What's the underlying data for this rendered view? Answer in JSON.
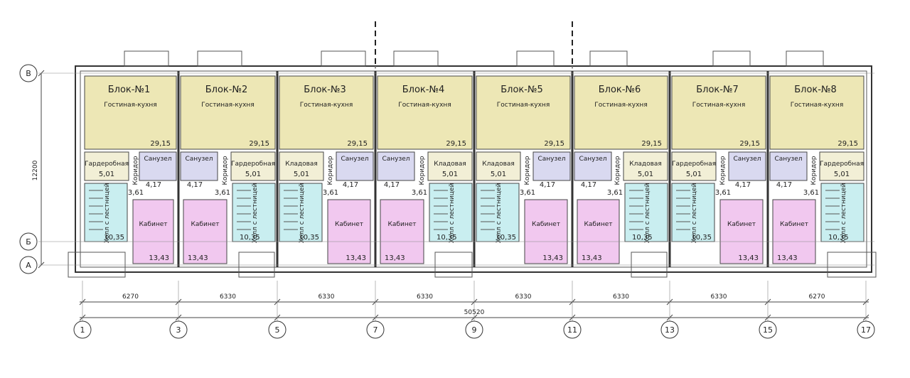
{
  "blocks": [
    {
      "name": "Блок-№1",
      "living": "Гостиная-кухня",
      "living_area": "29,15",
      "store": "Гардеробная",
      "store_area": "5,01",
      "corridor": "Коридор",
      "corridor_area": "3,61",
      "bath": "Санузел",
      "bath_area": "4,17",
      "hall": "Холл с лестницей",
      "hall_area": "10,35",
      "office": "Кабинет",
      "office_area": "13,43"
    },
    {
      "name": "Блок-№2",
      "living": "Гостиная-кухня",
      "living_area": "29,15",
      "store": "Гардеробная",
      "store_area": "5,01",
      "corridor": "Коридор",
      "corridor_area": "3,61",
      "bath": "Санузел",
      "bath_area": "4,17",
      "hall": "Холл с лестницей",
      "hall_area": "10,35",
      "office": "Кабинет",
      "office_area": "13,43"
    },
    {
      "name": "Блок-№3",
      "living": "Гостиная-кухня",
      "living_area": "29,15",
      "store": "Кладовая",
      "store_area": "5,01",
      "corridor": "Коридор",
      "corridor_area": "3,61",
      "bath": "Санузел",
      "bath_area": "4,17",
      "hall": "Холл с лестницей",
      "hall_area": "10,35",
      "office": "Кабинет",
      "office_area": "13,43"
    },
    {
      "name": "Блок-№4",
      "living": "Гостиная-кухня",
      "living_area": "29,15",
      "store": "Кладовая",
      "store_area": "5,01",
      "corridor": "Коридор",
      "corridor_area": "3,61",
      "bath": "Санузел",
      "bath_area": "4,17",
      "hall": "Холл с лестницей",
      "hall_area": "10,35",
      "office": "Кабинет",
      "office_area": "13,43"
    },
    {
      "name": "Блок-№5",
      "living": "Гостиная-кухня",
      "living_area": "29,15",
      "store": "Кладовая",
      "store_area": "5,01",
      "corridor": "Коридор",
      "corridor_area": "3,61",
      "bath": "Санузел",
      "bath_area": "4,17",
      "hall": "Холл с лестницей",
      "hall_area": "10,35",
      "office": "Кабинет",
      "office_area": "13,43"
    },
    {
      "name": "Блок-№6",
      "living": "Гостиная-кухня",
      "living_area": "29,15",
      "store": "Кладовая",
      "store_area": "5,01",
      "corridor": "Коридор",
      "corridor_area": "3,61",
      "bath": "Санузел",
      "bath_area": "4,17",
      "hall": "Холл с лестницей",
      "hall_area": "10,35",
      "office": "Кабинет",
      "office_area": "13,43"
    },
    {
      "name": "Блок-№7",
      "living": "Гостиная-кухня",
      "living_area": "29,15",
      "store": "Гардеробная",
      "store_area": "5,01",
      "corridor": "Коридор",
      "corridor_area": "3,61",
      "bath": "Санузел",
      "bath_area": "4,17",
      "hall": "Холл с лестницей",
      "hall_area": "10,35",
      "office": "Кабинет",
      "office_area": "13,43"
    },
    {
      "name": "Блок-№8",
      "living": "Гостиная-кухня",
      "living_area": "29,15",
      "store": "Гардеробная",
      "store_area": "5,01",
      "corridor": "Коридор",
      "corridor_area": "3,61",
      "bath": "Санузел",
      "bath_area": "4,17",
      "hall": "Холл с лестницей",
      "hall_area": "10,35",
      "office": "Кабинет",
      "office_area": "13,43"
    }
  ],
  "axes_rows": [
    "В",
    "Б",
    "А"
  ],
  "axes_cols": [
    "1",
    "3",
    "5",
    "7",
    "9",
    "11",
    "13",
    "15",
    "17"
  ],
  "dims_spans": [
    "6270",
    "6330",
    "6330",
    "6330",
    "6330",
    "6330",
    "6330",
    "6270"
  ],
  "dim_total": "50520",
  "dim_vertical": "12200",
  "colors": {
    "living": "#ede7b5",
    "store": "#f2efd6",
    "bath": "#d9d9f0",
    "hall": "#c9eef0",
    "office": "#f1c8ef",
    "corridor": "#ececec"
  }
}
